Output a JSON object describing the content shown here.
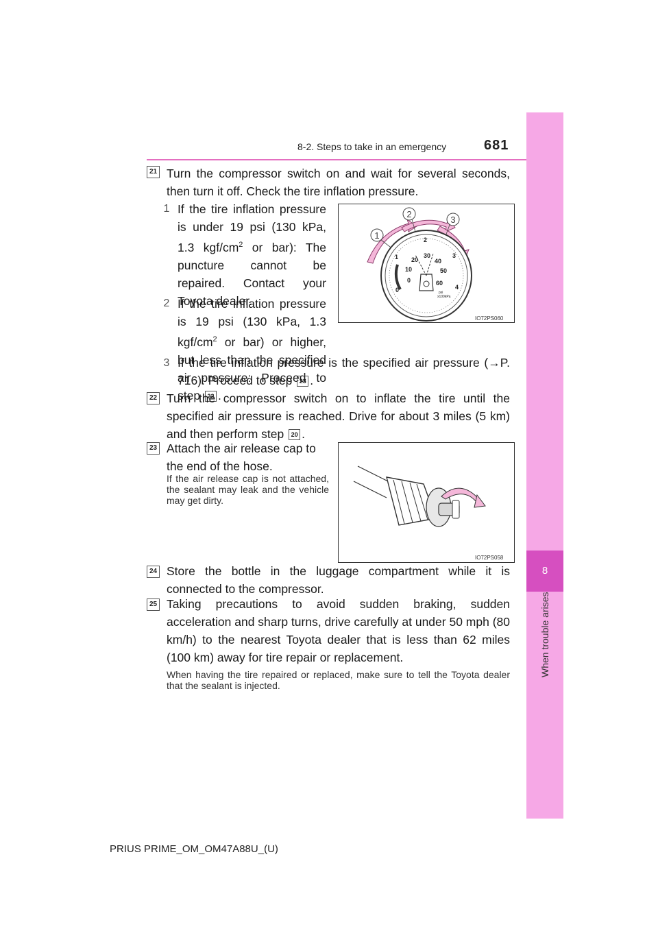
{
  "header": {
    "section": "8-2. Steps to take in an emergency",
    "page_number": "681"
  },
  "side_tab": {
    "chapter_number": "8",
    "chapter_label": "When trouble arises"
  },
  "steps": {
    "s21": {
      "num": "21",
      "text": "Turn the compressor switch on and wait for several seconds, then turn it off. Check the tire inflation pressure.",
      "sub1": {
        "num": "1",
        "line_a": "If the tire inflation pressure is under 19 psi (130 kPa, 1.3 kgf/cm",
        "sup": "2",
        "line_b": " or bar): The puncture cannot be repaired. Contact your Toyota dealer."
      },
      "sub2": {
        "num": "2",
        "line_a": "If the tire inflation pressure is 19 psi (130 kPa, 1.3 kgf/cm",
        "sup": "2",
        "line_b": " or bar) or higher, but less than the specified air pressure: Proceed to step",
        "ref": "22",
        "end": "."
      },
      "sub3": {
        "num": "3",
        "line_a": "If the tire inflation pressure is the specified air pressure (→P. 716): Proceed to step",
        "ref": "23",
        "end": "."
      }
    },
    "s22": {
      "num": "22",
      "text": "Turn the compressor switch on to inflate the tire until the specified air pressure is reached. Drive for about 3 miles (5 km) and then perform step",
      "ref": "20",
      "end": "."
    },
    "s23": {
      "num": "23",
      "text": "Attach the air release cap to the end of the hose.",
      "note": "If the air release cap is not attached, the sealant may leak and the vehicle may get dirty."
    },
    "s24": {
      "num": "24",
      "text": "Store the bottle in the luggage compartment while it is connected to the compressor."
    },
    "s25": {
      "num": "25",
      "text": "Taking precautions to avoid sudden braking, sudden acceleration and sharp turns, drive carefully at under 50 mph (80 km/h) to the nearest Toyota dealer that is less than 62 miles (100 km) away for tire repair or replacement.",
      "note": "When having the tire repaired or replaced, make sure to tell the Toyota dealer that the sealant is injected."
    }
  },
  "figure_gauge": {
    "code": "IO72PS060",
    "callouts": [
      "1",
      "2",
      "3"
    ],
    "inner_scale": [
      "0",
      "10",
      "20",
      "30",
      "40",
      "50",
      "60"
    ],
    "outer_scale": [
      "0",
      "1",
      "2",
      "3",
      "4"
    ],
    "unit_a": "psi",
    "unit_b": "x100kPa"
  },
  "figure_cap": {
    "code": "IO72PS058"
  },
  "footer": {
    "doc_id": "PRIUS PRIME_OM_OM47A88U_(U)"
  },
  "colors": {
    "accent": "#e46fc0",
    "side_tab": "#f6a8e6",
    "side_tab_dark": "#d64fc0",
    "arrow_fill": "#f4b7d9"
  }
}
